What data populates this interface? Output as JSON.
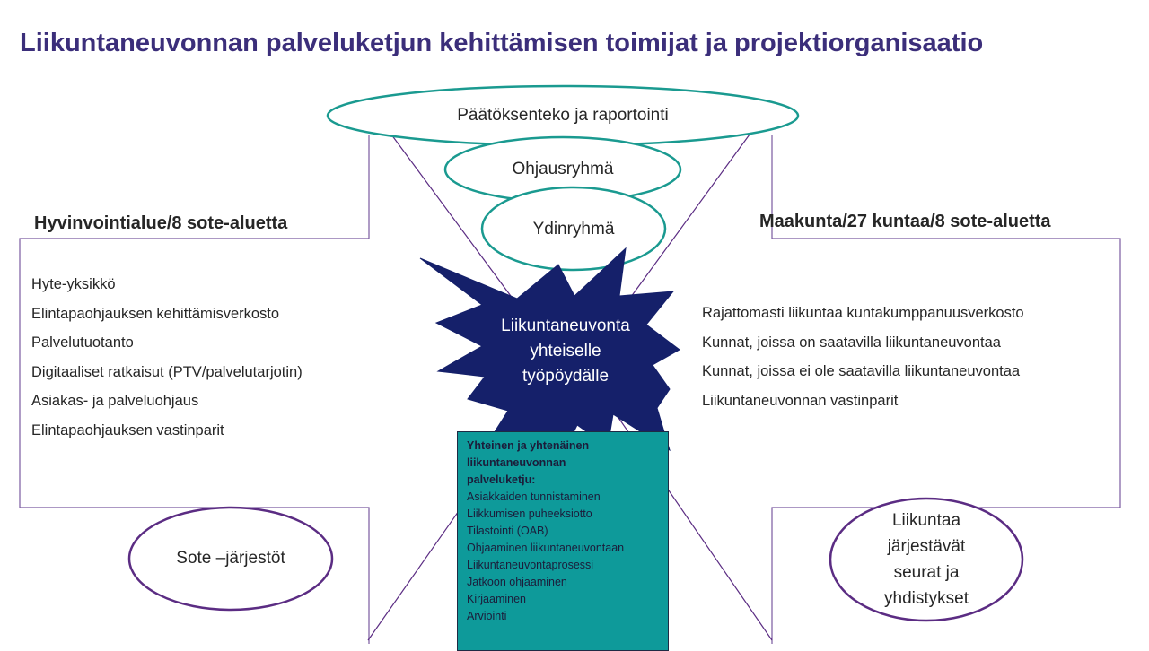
{
  "title": "Liikuntaneuvonnan palveluketjun kehittämisen toimijat ja projektiorganisaatio",
  "top_oval": "Päätöksenteko ja raportointi",
  "middle_oval": "Ohjausryhmä",
  "core_oval": "Ydinryhmä",
  "star": {
    "line1": "Liikuntaneuvonta",
    "line2": "yhteiselle",
    "line3": "työpöydälle"
  },
  "left": {
    "heading": "Hyvinvointialue/8 sote-aluetta",
    "items": [
      "Hyte-yksikkö",
      "Elintapaohjauksen kehittämisverkosto",
      "Palvelutuotanto",
      "Digitaaliset ratkaisut (PTV/palvelutarjotin)",
      "Asiakas- ja palveluohjaus",
      "Elintapaohjauksen vastinparit"
    ],
    "bottom_oval": "Sote –järjestöt"
  },
  "right": {
    "heading": "Maakunta/27 kuntaa/8 sote-aluetta",
    "items": [
      "Rajattomasti liikuntaa kuntakumppanuusverkosto",
      "Kunnat, joissa on saatavilla liikuntaneuvontaa",
      "Kunnat, joissa ei ole saatavilla liikuntaneuvontaa",
      "Liikuntaneuvonnan vastinparit"
    ],
    "bottom_oval": {
      "line1": "Liikuntaa",
      "line2": "järjestävät",
      "line3": "seurat ja",
      "line4": "yhdistykset"
    }
  },
  "chain_box": {
    "heading_line1": "Yhteinen ja yhtenäinen",
    "heading_line2": "liikuntaneuvonnan",
    "heading_line3": "palveluketju:",
    "items": [
      "Asiakkaiden tunnistaminen",
      "Liikkumisen puheeksiotto",
      "Tilastointi (OAB)",
      "Ohjaaminen liikuntaneuvontaan",
      "Liikuntaneuvontaprosessi",
      "Jatkoon ohjaaminen",
      "Kirjaaminen",
      "Arviointi"
    ]
  },
  "colors": {
    "title": "#3b2e7a",
    "outline": "#5b2c83",
    "teal": "#1a9a90",
    "star": "#15206a",
    "box_fill": "#0e9a9a"
  }
}
